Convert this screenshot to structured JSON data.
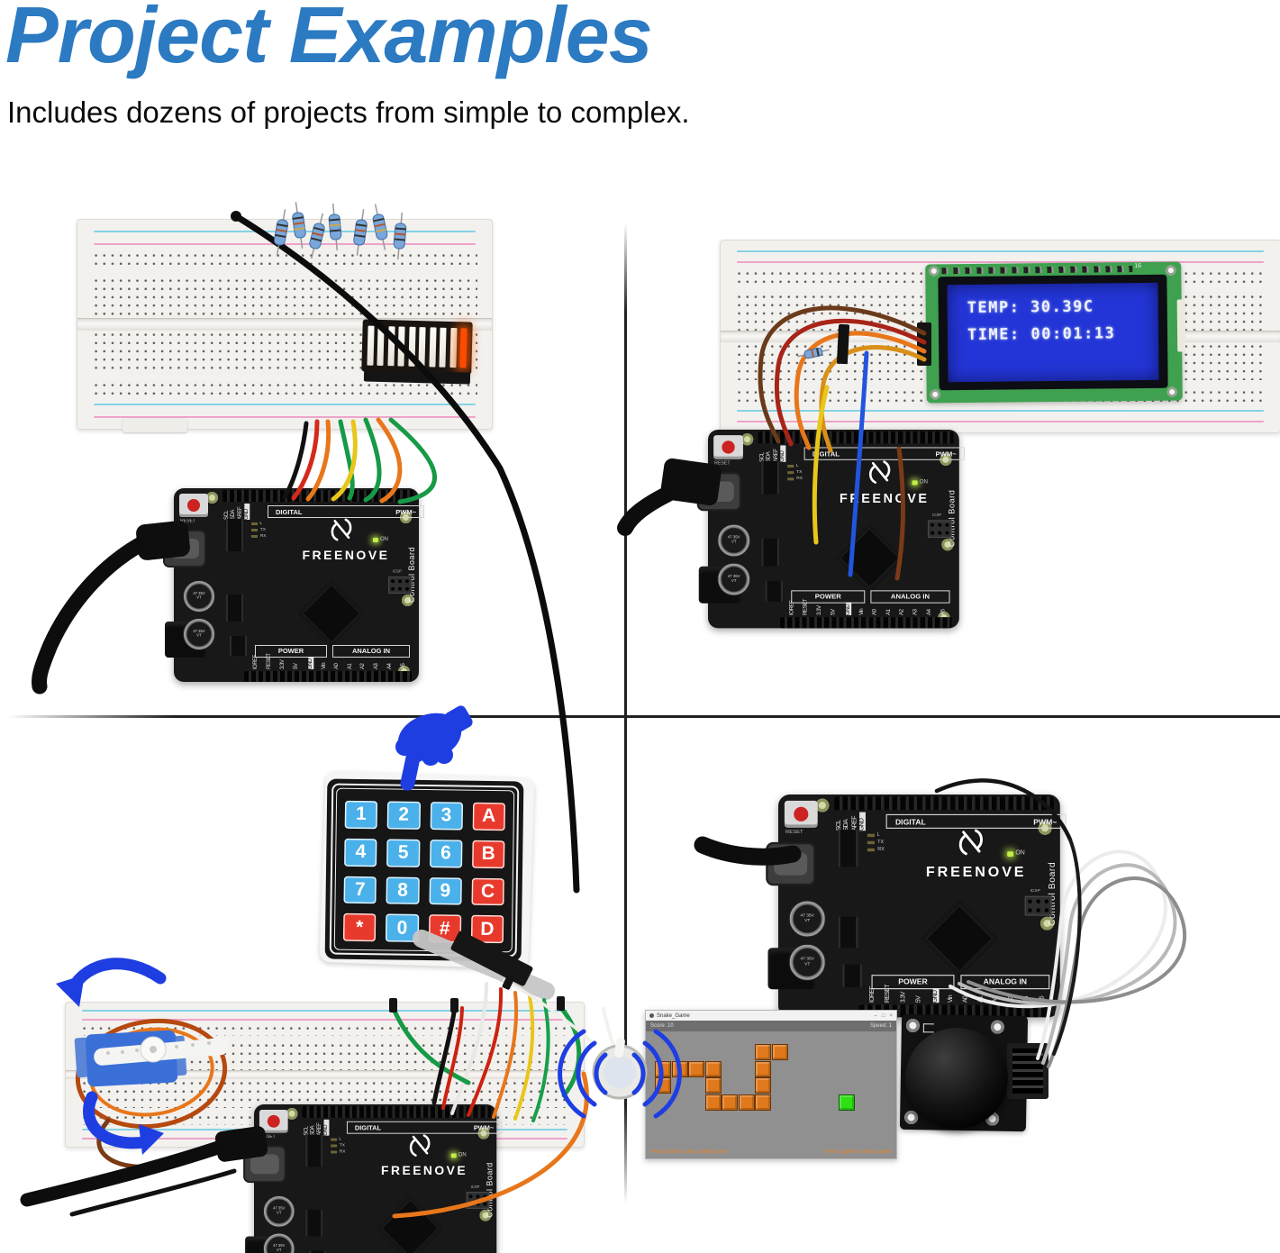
{
  "header": {
    "title": "Project Examples",
    "subtitle": "Includes dozens of projects from simple to complex."
  },
  "board": {
    "brand": "FREENOVE",
    "side_label": "Control Board",
    "reset_label": "RESET",
    "digital_label": "DIGITAL",
    "pwm_label": "PWM~",
    "power_label": "POWER",
    "analog_label": "ANALOG IN",
    "icsp_label": "ICSP",
    "on_label": "ON",
    "led_labels": [
      "L",
      "TX",
      "RX"
    ],
    "top_pin_labels": [
      "SCL",
      "SDA",
      "AREF",
      "GND"
    ],
    "power_pin_labels": [
      "IOREF",
      "RESET",
      "3.3V",
      "5V",
      "GND",
      "Vin"
    ],
    "analog_pin_labels": [
      "A0",
      "A1",
      "A2",
      "A3",
      "A4",
      "A5"
    ],
    "capacitor_label": "47 35V VT"
  },
  "lcd": {
    "line1": "TEMP: 30.39C",
    "line2": "TIME: 00:01:13",
    "pin_label": "16"
  },
  "keypad": {
    "rows": [
      [
        {
          "label": "1",
          "c": "b"
        },
        {
          "label": "2",
          "c": "b"
        },
        {
          "label": "3",
          "c": "b"
        },
        {
          "label": "A",
          "c": "r"
        }
      ],
      [
        {
          "label": "4",
          "c": "b"
        },
        {
          "label": "5",
          "c": "b"
        },
        {
          "label": "6",
          "c": "b"
        },
        {
          "label": "B",
          "c": "r"
        }
      ],
      [
        {
          "label": "7",
          "c": "b"
        },
        {
          "label": "8",
          "c": "b"
        },
        {
          "label": "9",
          "c": "b"
        },
        {
          "label": "C",
          "c": "r"
        }
      ],
      [
        {
          "label": "*",
          "c": "r"
        },
        {
          "label": "0",
          "c": "b"
        },
        {
          "label": "#",
          "c": "r"
        },
        {
          "label": "D",
          "c": "r"
        }
      ]
    ]
  },
  "game": {
    "window_title": "Snake_Game",
    "controls": [
      "–",
      "□",
      "×"
    ],
    "hud_left": "Score: 10",
    "hud_right": "Speed: 1",
    "footer_left": "Press Enter to play snake game",
    "footer_right": "Press again to restart game",
    "snake_segments": [
      [
        0,
        2
      ],
      [
        0,
        1
      ],
      [
        1,
        1
      ],
      [
        2,
        1
      ],
      [
        3,
        1
      ],
      [
        3,
        2
      ],
      [
        3,
        3
      ],
      [
        4,
        3
      ],
      [
        5,
        3
      ],
      [
        6,
        3
      ],
      [
        6,
        2
      ],
      [
        6,
        1
      ],
      [
        6,
        0
      ],
      [
        7,
        0
      ]
    ],
    "food": [
      11,
      3
    ]
  },
  "colors": {
    "title_blue": "#2b7ac2",
    "key_blue": "#4ab1ea",
    "key_red": "#e83a2c",
    "snake_orange": "#e0791c",
    "food_green": "#2ee014",
    "arrow_blue": "#1e3ee2"
  }
}
